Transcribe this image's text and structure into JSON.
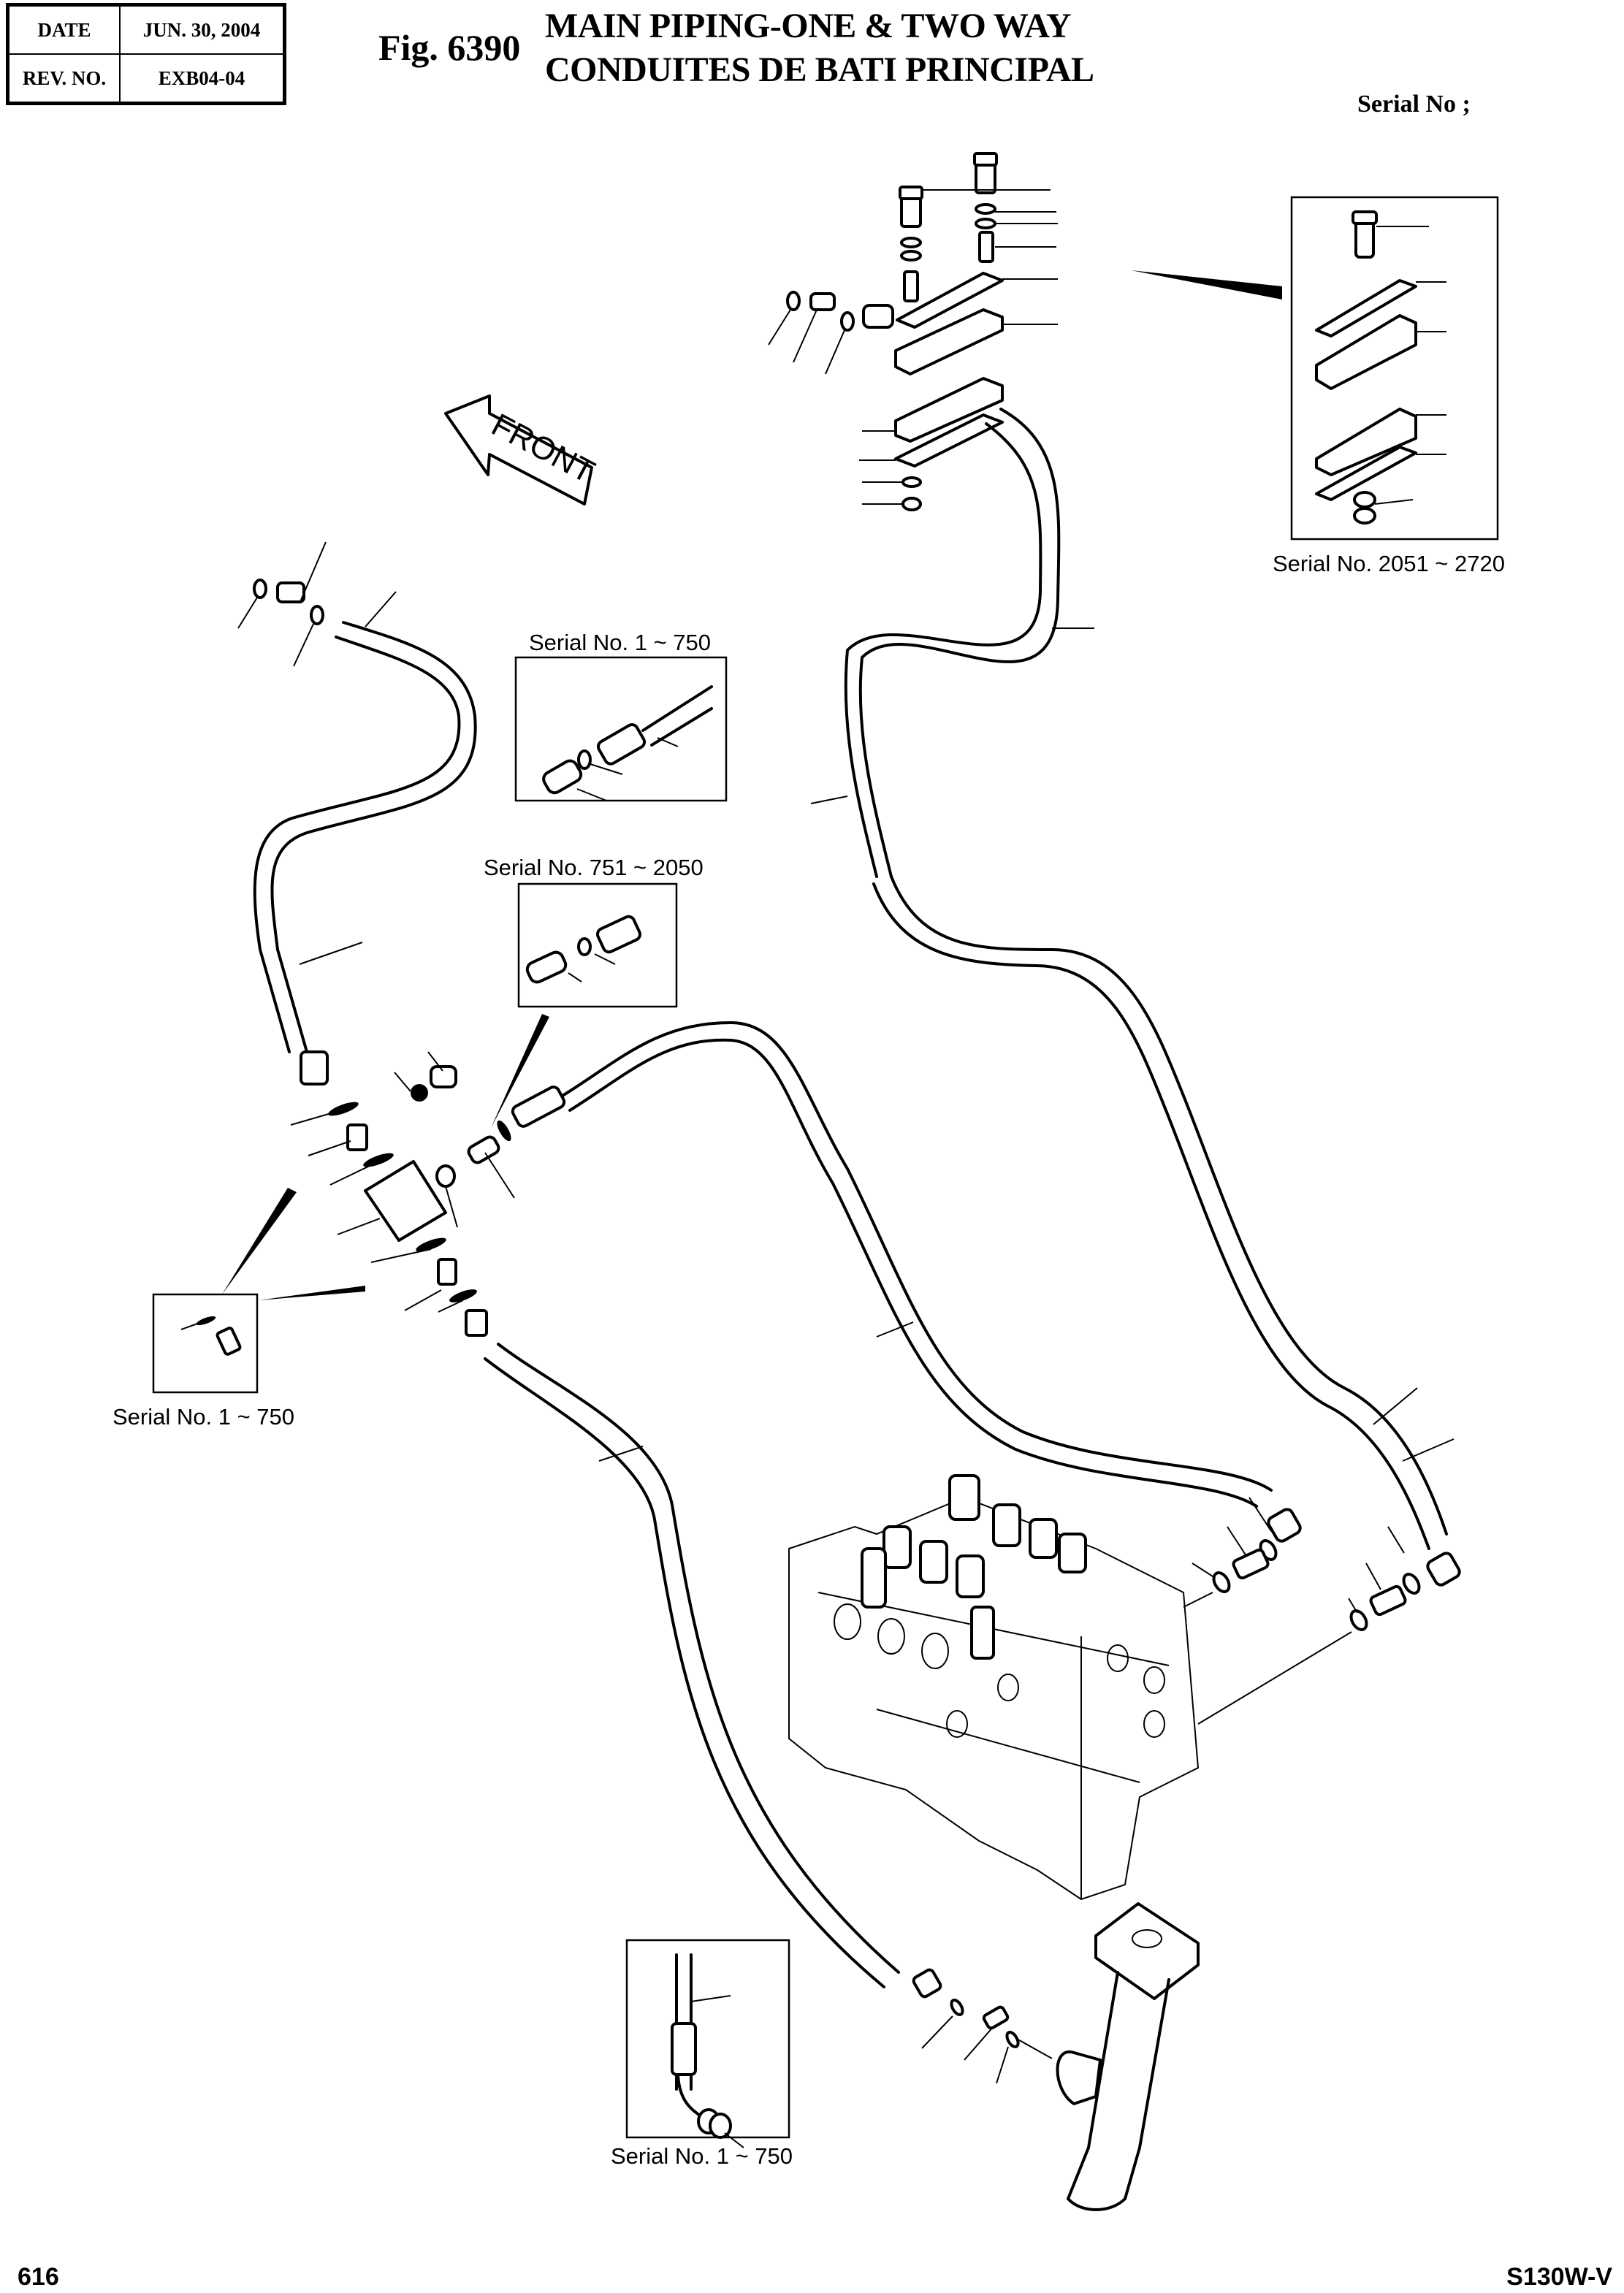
{
  "header": {
    "date_label": "DATE",
    "date_value": "JUN. 30, 2004",
    "rev_label": "REV. NO.",
    "rev_value": "EXB04-04",
    "figure": "Fig. 6390",
    "title_en": "MAIN PIPING-ONE & TWO WAY",
    "title_fr": "CONDUITES DE BATI PRINCIPAL",
    "serial_heading": "Serial No ;"
  },
  "diagram": {
    "direction_arrow": "FRONT",
    "insets": [
      {
        "id": "clamp-detail",
        "caption": "Serial No. 2051 ~ 2720"
      },
      {
        "id": "hose-fitting-early",
        "caption": "Serial No. 1 ~ 750"
      },
      {
        "id": "hose-fitting-mid",
        "caption": "Serial No. 751 ~ 2050"
      },
      {
        "id": "adapter-detail",
        "caption": "Serial No. 1 ~ 750"
      },
      {
        "id": "elbow-detail",
        "caption": "Serial No. 1 ~ 750"
      }
    ],
    "components": [
      "main control valve",
      "hydraulic hoses",
      "pipe clamp assembly",
      "swivel block",
      "adapters",
      "o-rings",
      "suction tube flange"
    ]
  },
  "footer": {
    "page_number": "616",
    "model": "S130W-V"
  }
}
